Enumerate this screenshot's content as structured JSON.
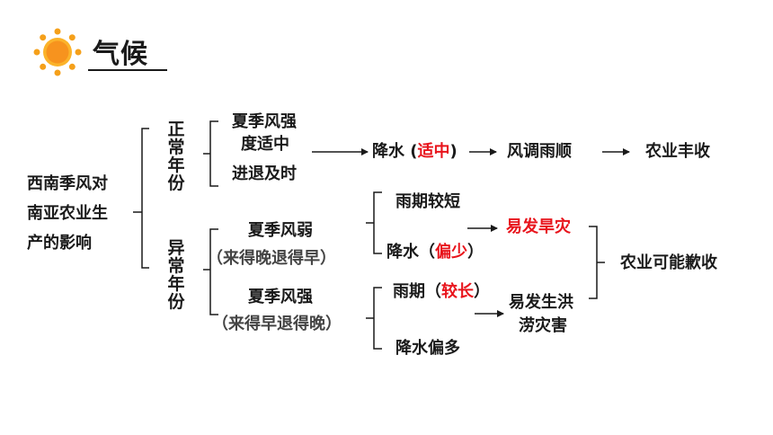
{
  "title": "气候",
  "root": {
    "lines": [
      "西南季风对",
      "南亚农业生",
      "产的影响"
    ]
  },
  "normal": {
    "heading": [
      "正",
      "常",
      "年",
      "份"
    ],
    "monsoon_line1": "夏季风强",
    "monsoon_line2": "度适中",
    "timing": "进退及时",
    "rain_prefix": "降水 (",
    "rain_highlight": "适中",
    "rain_suffix": ")",
    "weather": "风调雨顺",
    "outcome": "农业丰收"
  },
  "abnormal": {
    "heading": [
      "异",
      "常",
      "年",
      "份"
    ],
    "weak": {
      "title": "夏季风弱",
      "detail": "（来得晚退得早）",
      "effect1": "雨期较短",
      "rain_prefix": "降水（",
      "rain_highlight": "偏少",
      "rain_suffix": "）",
      "disaster": "易发旱灾"
    },
    "strong": {
      "title": "夏季风强",
      "detail": "（来得早退得晚）",
      "effect1_prefix": "雨期（",
      "effect1_highlight": "较长",
      "effect1_suffix": "）",
      "effect2": "降水偏多",
      "disaster_line1": "易发生洪",
      "disaster_line2": "涝灾害"
    },
    "outcome": "农业可能歉收"
  },
  "colors": {
    "highlight": "#e8141c",
    "text": "#1a1a1a",
    "sun_outer": "#f5a01a",
    "sun_inner": "#f7931e"
  },
  "icons": {
    "sun": "sun-icon"
  }
}
